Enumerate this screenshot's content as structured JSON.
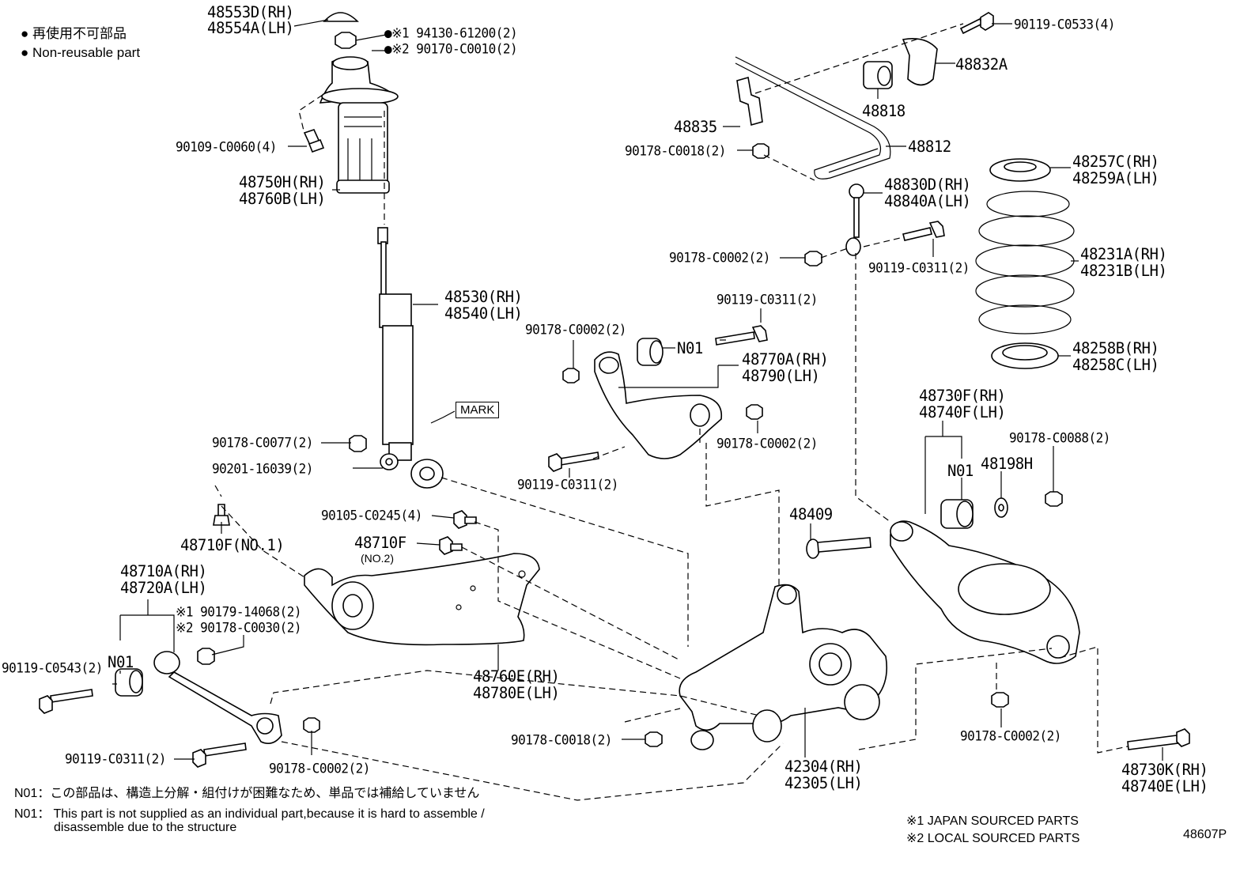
{
  "legend": {
    "non_reusable_jp": "● 再使用不可部品",
    "non_reusable_en": "● Non-reusable part"
  },
  "labels": {
    "p48553D": "48553D(RH)",
    "p48554A": "48554A(LH)",
    "p194130": "●※1 94130-61200(2)",
    "p290170": "●※2 90170-C0010(2)",
    "p90109": "90109-C0060(4)",
    "p48750H": "48750H(RH)",
    "p48760B": "48760B(LH)",
    "p48530": "48530(RH)",
    "p48540": "48540(LH)",
    "mark": "MARK",
    "p90178_C0077": "90178-C0077(2)",
    "p90201": "90201-16039(2)",
    "p90105": "90105-C0245(4)",
    "p48710F_no1": "48710F(NO.1)",
    "p48710F": "48710F",
    "p48710F_no2": "(NO.2)",
    "p48710A": "48710A(RH)",
    "p48720A": "48720A(LH)",
    "p190179": "※1 90179-14068(2)",
    "p290178": "※2 90178-C0030(2)",
    "n01_a": "N01",
    "p90119_C0543": "90119-C0543(2)",
    "p48760E": "48760E(RH)",
    "p48780E": "48780E(LH)",
    "p90119_C0311_a": "90119-C0311(2)",
    "p90178_C0002_a": "90178-C0002(2)",
    "p90119_C0533": "90119-C0533(4)",
    "p48832A": "48832A",
    "p48818": "48818",
    "p48835": "48835",
    "p90178_C0018_a": "90178-C0018(2)",
    "p48812": "48812",
    "p48830D": "48830D(RH)",
    "p48840A": "48840A(LH)",
    "p90178_C0002_b": "90178-C0002(2)",
    "p90119_C0311_b": "90119-C0311(2)",
    "p48257C": "48257C(RH)",
    "p48259A": "48259A(LH)",
    "p48231A": "48231A(RH)",
    "p48231B": "48231B(LH)",
    "p48258B": "48258B(RH)",
    "p48258C": "48258C(LH)",
    "p90119_C0311_c": "90119-C0311(2)",
    "p90178_C0002_c": "90178-C0002(2)",
    "n01_b": "N01",
    "p48770A": "48770A(RH)",
    "p48790": "48790(LH)",
    "p90178_C0002_d": "90178-C0002(2)",
    "p90119_C0311_d": "90119-C0311(2)",
    "p48730F": "48730F(RH)",
    "p48740F": "48740F(LH)",
    "p90178_C0088": "90178-C0088(2)",
    "n01_c": "N01",
    "p48198H": "48198H",
    "p48409": "48409",
    "p90178_C0018_b": "90178-C0018(2)",
    "p42304": "42304(RH)",
    "p42305": "42305(LH)",
    "p90178_C0002_e": "90178-C0002(2)",
    "p48730K": "48730K(RH)",
    "p48740E": "48740E(LH)"
  },
  "notes": {
    "n01_jp": "N01：この部品は、構造上分解・組付けが困難なため、単品では補給していません",
    "n01_en_1": "N01： This part is not supplied as an individual part,because it is hard to assemble /",
    "n01_en_2": "disassemble due to the structure",
    "src1": "※1 JAPAN SOURCED PARTS",
    "src2": "※2 LOCAL SOURCED PARTS",
    "code": "48607P"
  }
}
